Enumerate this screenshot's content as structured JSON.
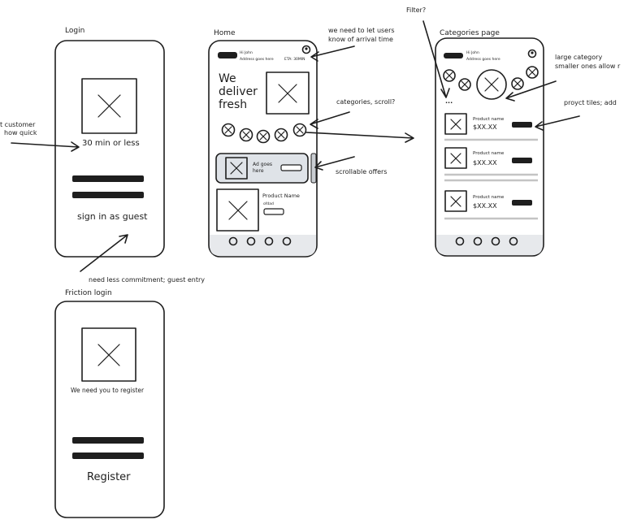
{
  "frames": {
    "login": {
      "title": "Login",
      "speed_text": "30 min or less",
      "guest_text": "sign in as guest"
    },
    "home": {
      "title": "Home",
      "greeting": "Hi John",
      "address": "Address goes here",
      "eta": "ETA: 30MIN",
      "hero_line1": "We",
      "hero_line2": "deliver",
      "hero_line3": "fresh",
      "ad_line1": "Ad goes",
      "ad_line2": "here",
      "product_name": "Product Name",
      "product_sub": "ofdad"
    },
    "categories": {
      "title": "Categories page",
      "greeting": "Hi John",
      "address": "Address goes here",
      "dots": "...",
      "products": [
        {
          "name": "Product name",
          "price": "$XX.XX"
        },
        {
          "name": "Product name",
          "price": "$XX.XX"
        },
        {
          "name": "Product name",
          "price": "$XX.XX"
        }
      ]
    },
    "friction": {
      "title": "Friction login",
      "message": "We need you to register",
      "register": "Register"
    }
  },
  "annotations": {
    "customer_line1": "t customer",
    "customer_line2": "how quick",
    "guest_entry": "need less commitment; guest entry",
    "arrival_line1": "we need to let users",
    "arrival_line2": "know of arrival time",
    "categories_scroll": "categories, scroll?",
    "scrollable_offers": "scrollable offers",
    "filter": "Filter?",
    "large_cat_line1": "large category",
    "large_cat_line2": "smaller ones allow r",
    "product_tiles": "proуct tiles; add"
  }
}
